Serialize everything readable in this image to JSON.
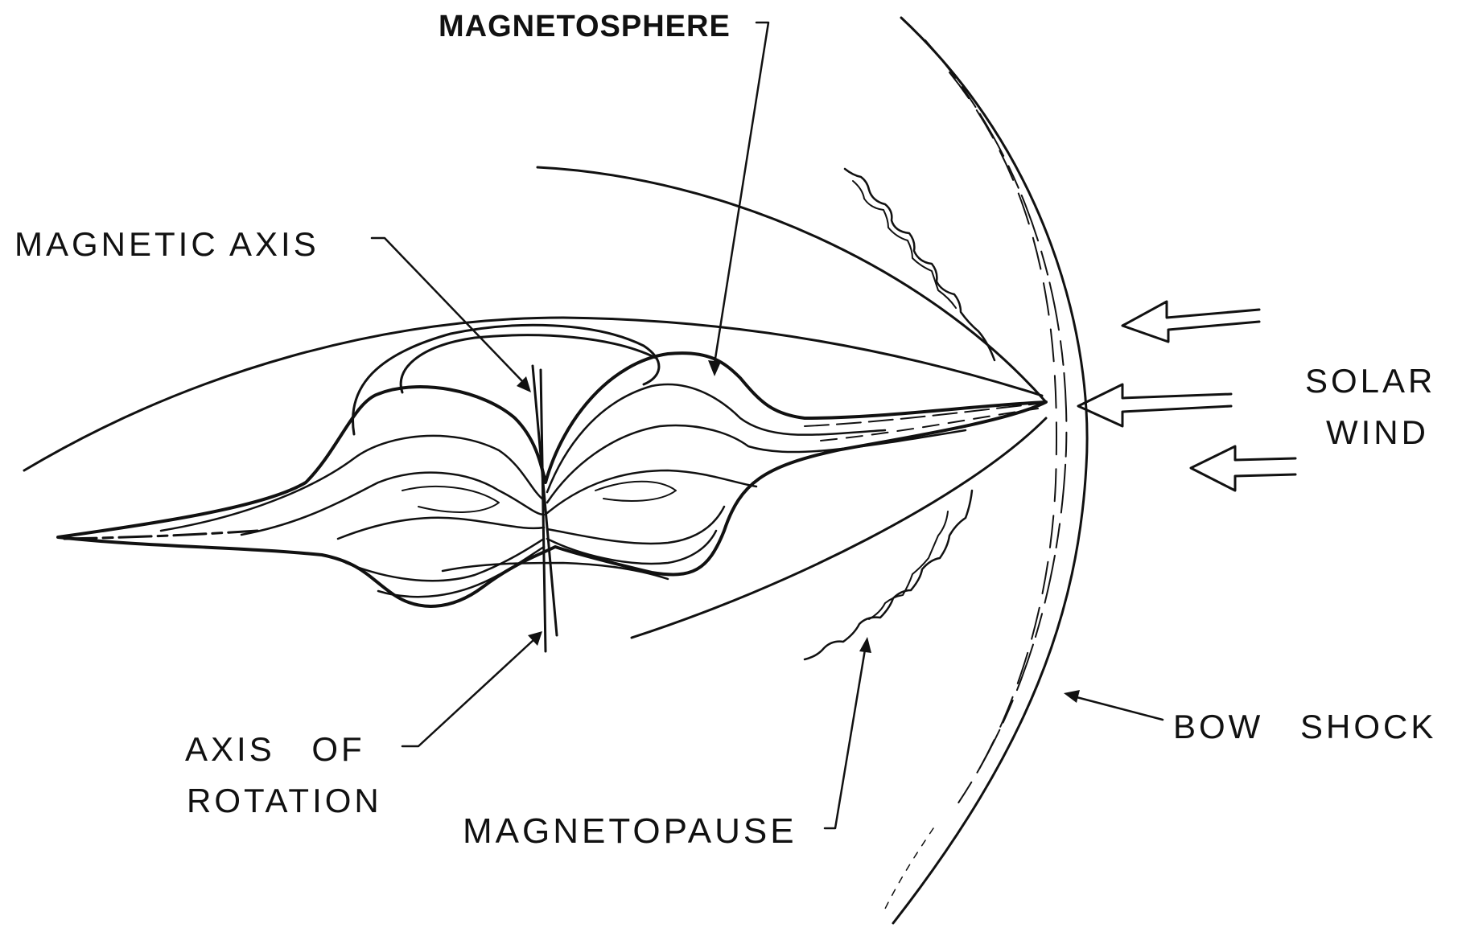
{
  "labels": {
    "magnetosphere": "MAGNETOSPHERE",
    "magnetic_axis": "MAGNETIC AXIS",
    "axis_of_rotation_line1": "AXIS OF",
    "axis_of_rotation_line2": "ROTATION",
    "magnetopause": "MAGNETOPAUSE",
    "bow_shock": "BOW SHOCK",
    "solar_wind_line1": "SOLAR",
    "solar_wind_line2": "WIND"
  },
  "colors": {
    "ink": "#111111",
    "paper": "#ffffff"
  }
}
